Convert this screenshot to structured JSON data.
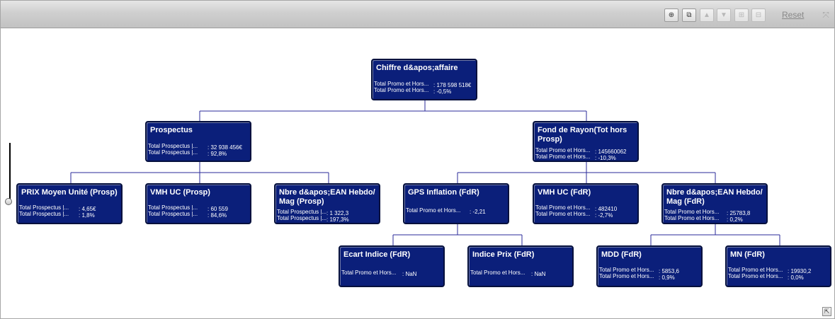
{
  "toolbar": {
    "reset_label": "Reset",
    "buttons": [
      "pan-icon",
      "layout-icon",
      "arrow-up-icon",
      "arrow-down-icon",
      "expand-icon",
      "collapse-icon"
    ]
  },
  "nodes": {
    "root": {
      "title": "Chiffre d&apos;affaire",
      "rows": [
        {
          "label": "Total Promo et Hors...",
          "value": ": 178 598 518€"
        },
        {
          "label": "Total Promo et Hors...",
          "value": ": -0,5%"
        }
      ]
    },
    "prospectus": {
      "title": "Prospectus",
      "rows": [
        {
          "label": "Total Prospectus |...",
          "value": ": 32 938 456€"
        },
        {
          "label": "Total Prospectus |...",
          "value": ": 92,8%"
        }
      ]
    },
    "fond_rayon": {
      "title": "Fond de Rayon(Tot hors Prosp)",
      "rows": [
        {
          "label": "Total Promo et Hors...",
          "value": ": 145660062"
        },
        {
          "label": "Total Promo et Hors...",
          "value": ": -10,3%"
        }
      ]
    },
    "prix_moyen": {
      "title": "PRIX Moyen Unité (Prosp)",
      "rows": [
        {
          "label": "Total Prospectus |...",
          "value": ": 4,65€"
        },
        {
          "label": "Total Prospectus |...",
          "value": ": 1,8%"
        }
      ]
    },
    "vmh_prosp": {
      "title": "VMH UC (Prosp)",
      "rows": [
        {
          "label": "Total Prospectus |...",
          "value": ": 60 559"
        },
        {
          "label": "Total Prospectus |...",
          "value": ": 84,6%"
        }
      ]
    },
    "nbre_ean_prosp": {
      "title": "Nbre d&apos;EAN Hebdo/ Mag (Prosp)",
      "rows": [
        {
          "label": "Total Prospectus |...",
          "value": ": 1 322,3"
        },
        {
          "label": "Total Prospectus |...",
          "value": ": 197,3%"
        }
      ]
    },
    "gps_inflation": {
      "title": "GPS Inflation (FdR)",
      "rows": [
        {
          "label": "Total Promo et Hors...",
          "value": ": -2,21"
        }
      ]
    },
    "vmh_fdr": {
      "title": "VMH UC (FdR)",
      "rows": [
        {
          "label": "Total Promo et Hors...",
          "value": ": 482410"
        },
        {
          "label": "Total Promo et Hors...",
          "value": ": -2,7%"
        }
      ]
    },
    "nbre_ean_fdr": {
      "title": "Nbre d&apos;EAN Hebdo/ Mag (FdR)",
      "rows": [
        {
          "label": "Total Promo et Hors...",
          "value": ": 25783,8"
        },
        {
          "label": "Total Promo et Hors...",
          "value": ": 0,2%"
        }
      ]
    },
    "ecart_indice": {
      "title": "Ecart Indice (FdR)",
      "rows": [
        {
          "label": "Total Promo et Hors...",
          "value": ": NaN"
        }
      ]
    },
    "indice_prix": {
      "title": "Indice Prix (FdR)",
      "rows": [
        {
          "label": "Total Promo et Hors...",
          "value": ": NaN"
        }
      ]
    },
    "mdd": {
      "title": "MDD (FdR)",
      "rows": [
        {
          "label": "Total Promo et Hors...",
          "value": ": 5853,6"
        },
        {
          "label": "Total Promo et Hors...",
          "value": ": 0,9%"
        }
      ]
    },
    "mn": {
      "title": "MN (FdR)",
      "rows": [
        {
          "label": "Total Promo et Hors...",
          "value": ": 19930,2"
        },
        {
          "label": "Total Promo et Hors...",
          "value": ": 0,0%"
        }
      ]
    }
  },
  "colors": {
    "node_fill": "#0b1f7a",
    "node_border": "#05103d",
    "link": "#2a2a9a"
  }
}
